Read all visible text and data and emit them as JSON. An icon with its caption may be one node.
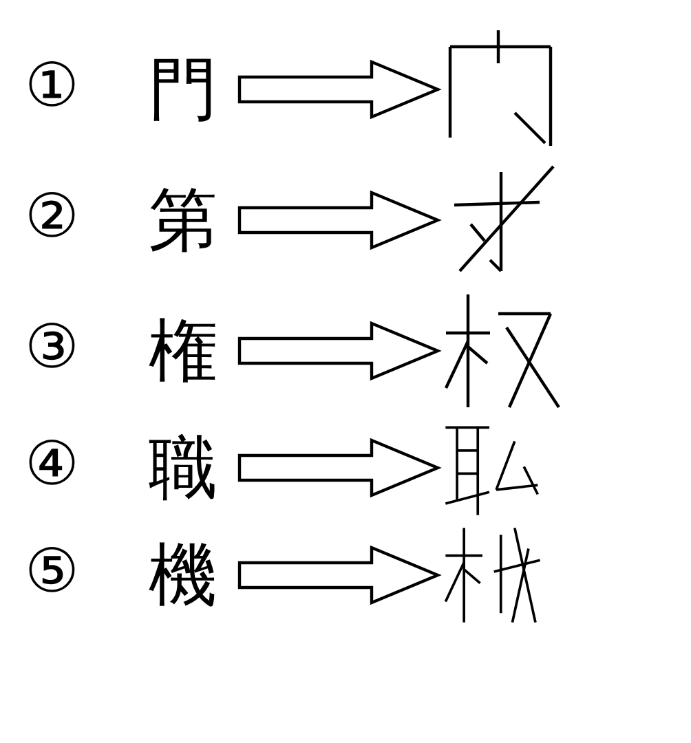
{
  "diagram": {
    "nodes": [
      {
        "text": [
          "門"
        ],
        "beside": [
          "①"
        ]
      },
      {
        "text": [],
        "shape": "picture"
      },
      {
        "text": [
          "第"
        ],
        "beside": [
          "②"
        ]
      },
      {
        "text": [],
        "shape": "picture"
      },
      {
        "text": [
          "権"
        ],
        "beside": [
          "③"
        ]
      },
      {
        "text": [],
        "shape": "picture"
      },
      {
        "text": [
          "職"
        ],
        "beside": [
          "④"
        ]
      },
      {
        "text": [],
        "shape": "picture"
      },
      {
        "text": [
          "機"
        ],
        "beside": [
          "⑤"
        ]
      },
      {
        "text": [],
        "shape": "picture"
      }
    ],
    "edges": [
      {
        "from": 0,
        "to": 1,
        "arrow": "to"
      },
      {
        "from": 2,
        "to": 3,
        "arrow": "to"
      },
      {
        "from": 4,
        "to": 5,
        "arrow": "to"
      },
      {
        "from": 6,
        "to": 7,
        "arrow": "to"
      },
      {
        "from": 8,
        "to": 9,
        "arrow": "to"
      }
    ]
  }
}
